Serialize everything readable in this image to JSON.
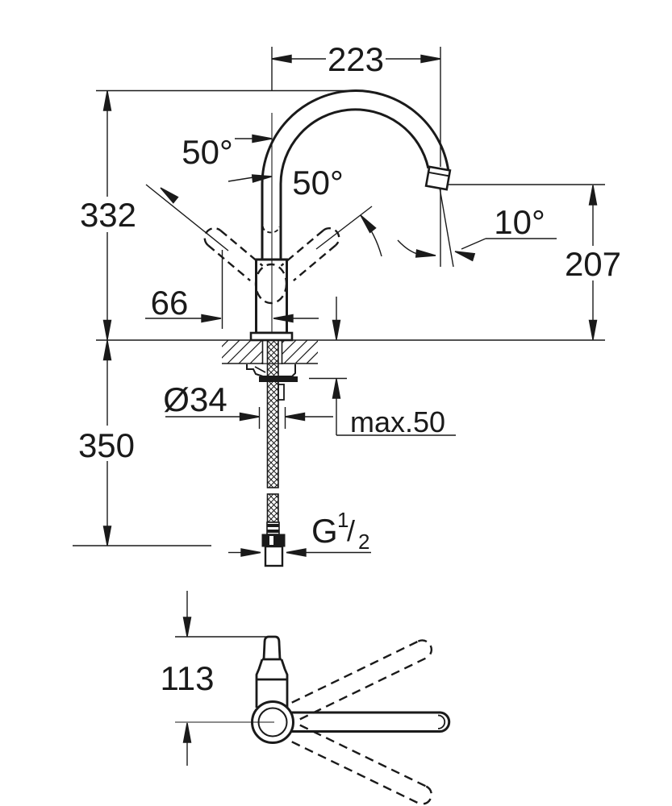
{
  "drawing": {
    "colors": {
      "line": "#1a1a1a",
      "background": "#ffffff"
    },
    "side_view": {
      "spout_reach": "223",
      "height_above_deck": "332",
      "outlet_height": "207",
      "handle_angle_left": "50°",
      "handle_angle_right": "50°",
      "outlet_angle": "10°",
      "handle_offset": "66",
      "shank_diameter": "Ø34",
      "max_deck_thickness": "max.50",
      "hose_length": "350",
      "thread": {
        "prefix": "G",
        "numerator": "1",
        "slash": "/",
        "denominator": "2"
      }
    },
    "plan_view": {
      "handle_length": "113"
    }
  }
}
